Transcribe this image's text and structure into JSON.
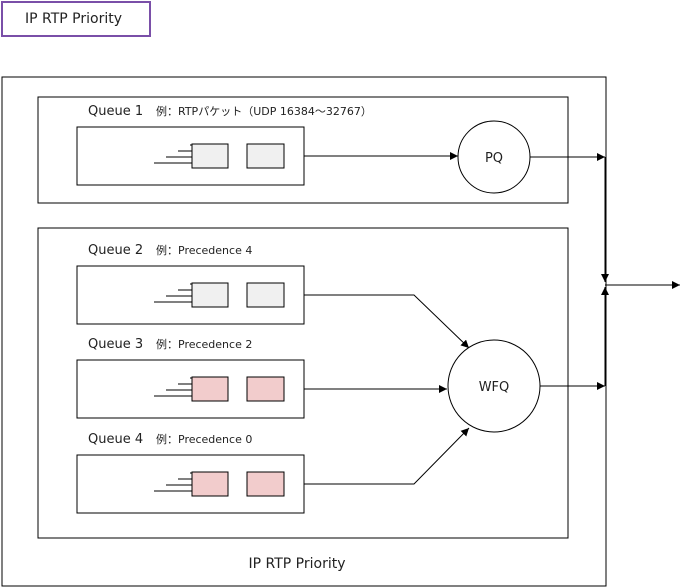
{
  "header": {
    "title": "IP RTP Priority"
  },
  "diagram": {
    "outer_label": "IP RTP Priority",
    "queues": [
      {
        "id": "q1",
        "name": "Queue 1",
        "example": "例：RTPパケット（UDP 16384～32767）",
        "packet_color": "#f0f0f0",
        "target": "pq"
      },
      {
        "id": "q2",
        "name": "Queue 2",
        "example": "例：Precedence 4",
        "packet_color": "#f0f0f0",
        "target": "wfq"
      },
      {
        "id": "q3",
        "name": "Queue 3",
        "example": "例：Precedence 2",
        "packet_color": "#f2cccc",
        "target": "wfq"
      },
      {
        "id": "q4",
        "name": "Queue 4",
        "example": "例：Precedence 0",
        "packet_color": "#f2cccc",
        "target": "wfq"
      }
    ],
    "nodes": {
      "pq": "PQ",
      "wfq": "WFQ"
    }
  }
}
